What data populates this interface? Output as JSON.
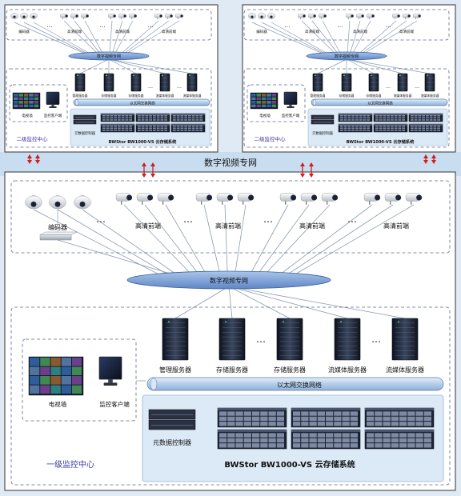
{
  "network": "数字视频专网",
  "backbone": "数字视频专网",
  "ethernet": "以太网交换网络",
  "encoder": "编码器",
  "hd_frontend": "高清前端",
  "ellipsis": "…",
  "video_wall": "电视墙",
  "monitor_client": "监控客户端",
  "metadata_controller": "元数据控制器",
  "storage_system": "BWStor BW1000-VS 云存储系统",
  "secondary_center": "二级监控中心",
  "primary_center": "一级监控中心",
  "servers": [
    "管理服务器",
    "存储服务器",
    "存储服务器",
    "流媒体服务器",
    "流媒体服务器"
  ],
  "colors": {
    "band": "#c9ddf0",
    "panel_fill": "#dce9f6",
    "ellipse_fill": "#7fa6d8",
    "pipe_fill": "#b6d0ec",
    "arrow_red": "#d21b1b",
    "center_label": "#3a3aa8"
  }
}
